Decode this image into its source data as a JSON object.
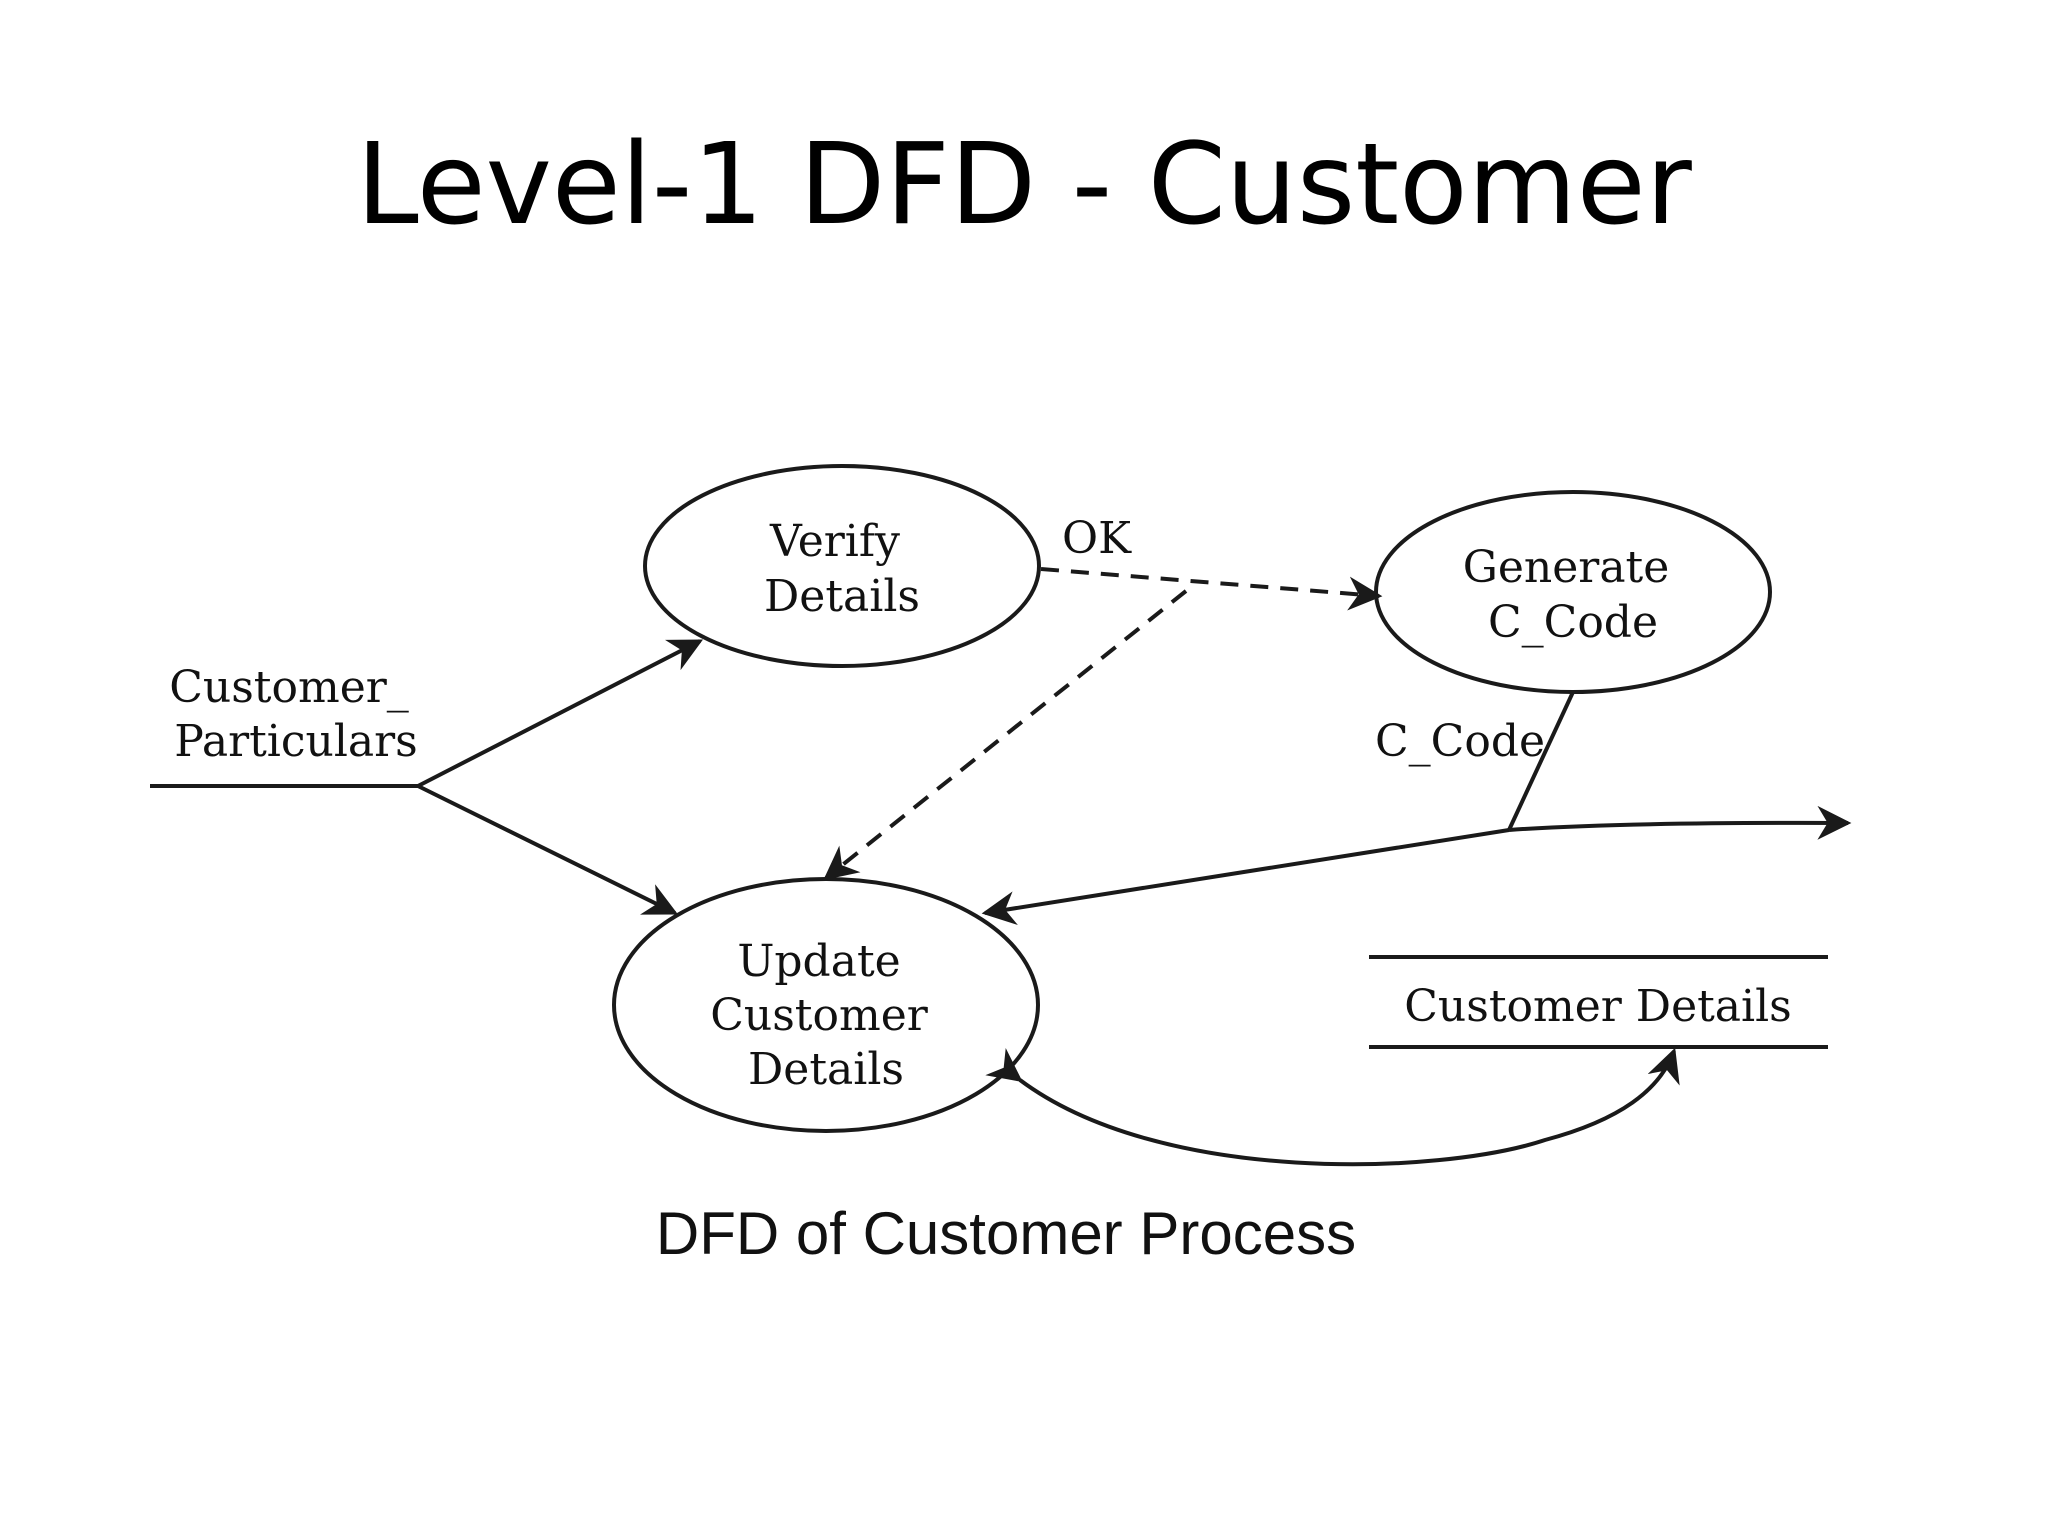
{
  "slide": {
    "title": "Level-1 DFD - Customer"
  },
  "diagram": {
    "processes": {
      "verify": [
        "Verify",
        "Details"
      ],
      "generate": [
        "Generate",
        "C_Code"
      ],
      "update": [
        "Update",
        "Customer",
        "Details"
      ]
    },
    "flows": {
      "input": [
        "Customer_",
        "Particulars"
      ],
      "ok": "OK",
      "ccode": "C_Code"
    },
    "data_store": {
      "label": "Customer Details"
    },
    "caption": "DFD of Customer Process"
  },
  "colors": {
    "stroke": "#1a1a1a",
    "text": "#111111",
    "background": "#ffffff"
  }
}
